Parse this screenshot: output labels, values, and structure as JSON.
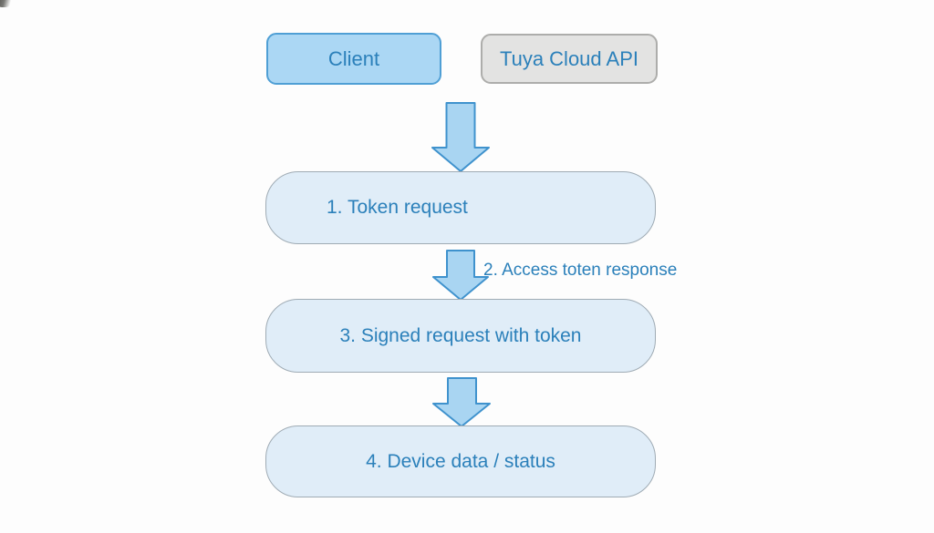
{
  "diagram": {
    "actors": [
      {
        "id": "client",
        "label": "Client"
      },
      {
        "id": "tuya-cloud-api",
        "label": "Tuya Cloud API"
      }
    ],
    "steps": [
      {
        "id": "step-1",
        "label": "1. Token request"
      },
      {
        "id": "step-3",
        "label": "3. Signed request with token"
      },
      {
        "id": "step-4",
        "label": "4. Device data / status"
      }
    ],
    "arrow_label": "2. Access toten response",
    "icons": [
      {
        "name": "down-arrow-icon",
        "count": 3
      }
    ],
    "colors": {
      "background": "#fdfdfd",
      "client_fill": "#abd7f4",
      "client_border": "#4f9fd5",
      "api_fill": "#e3e3e2",
      "api_border": "#adadab",
      "step_fill": "#e0edf8",
      "step_border": "#9fabb4",
      "arrow_fill": "#a9d5f2",
      "arrow_border": "#3f92cd",
      "text_blue": "#2b80ba"
    }
  }
}
